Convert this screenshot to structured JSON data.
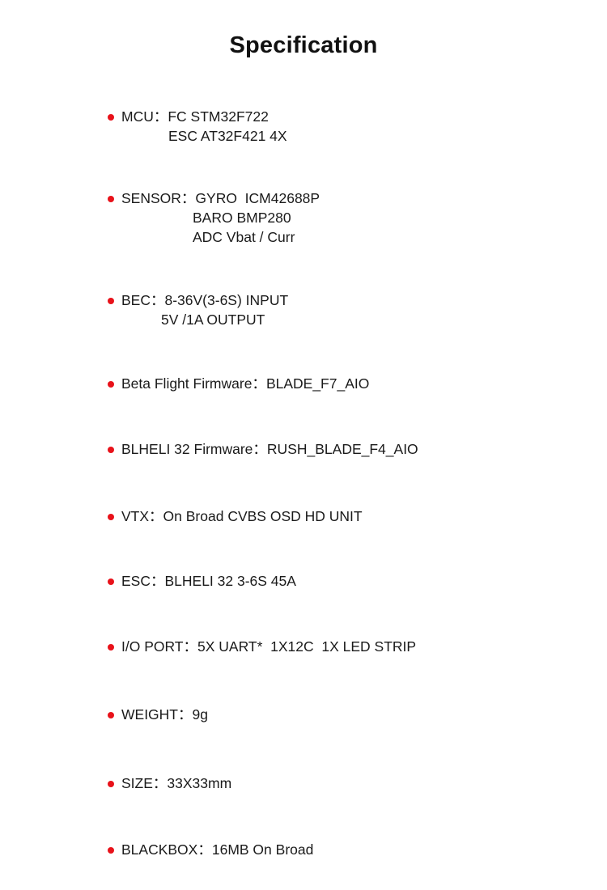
{
  "title": "Specification",
  "accent_color": "#e8121a",
  "specs": [
    {
      "label": "MCU：",
      "lines": [
        "FC STM32F722",
        "ESC AT32F421 4X"
      ]
    },
    {
      "label": "SENSOR：",
      "lines": [
        "GYRO  ICM42688P",
        "BARO BMP280",
        "ADC Vbat / Curr"
      ]
    },
    {
      "label": "BEC：",
      "lines": [
        "8-36V(3-6S) INPUT",
        "5V /1A OUTPUT"
      ]
    },
    {
      "label": "Beta Flight Firmware：",
      "lines": [
        "BLADE_F7_AIO"
      ]
    },
    {
      "label": "BLHELI 32 Firmware：",
      "lines": [
        "RUSH_BLADE_F4_AIO"
      ]
    },
    {
      "label": "VTX：",
      "lines": [
        "On Broad CVBS OSD HD UNIT"
      ]
    },
    {
      "label": "ESC：",
      "lines": [
        "BLHELI 32 3-6S 45A"
      ]
    },
    {
      "label": "I/O PORT：",
      "lines": [
        "5X UART*  1X12C  1X LED STRIP"
      ]
    },
    {
      "label": "WEIGHT：",
      "lines": [
        "9g"
      ]
    },
    {
      "label": "SIZE：",
      "lines": [
        "33X33mm"
      ]
    },
    {
      "label": "BLACKBOX：",
      "lines": [
        "16MB On Broad"
      ]
    }
  ]
}
